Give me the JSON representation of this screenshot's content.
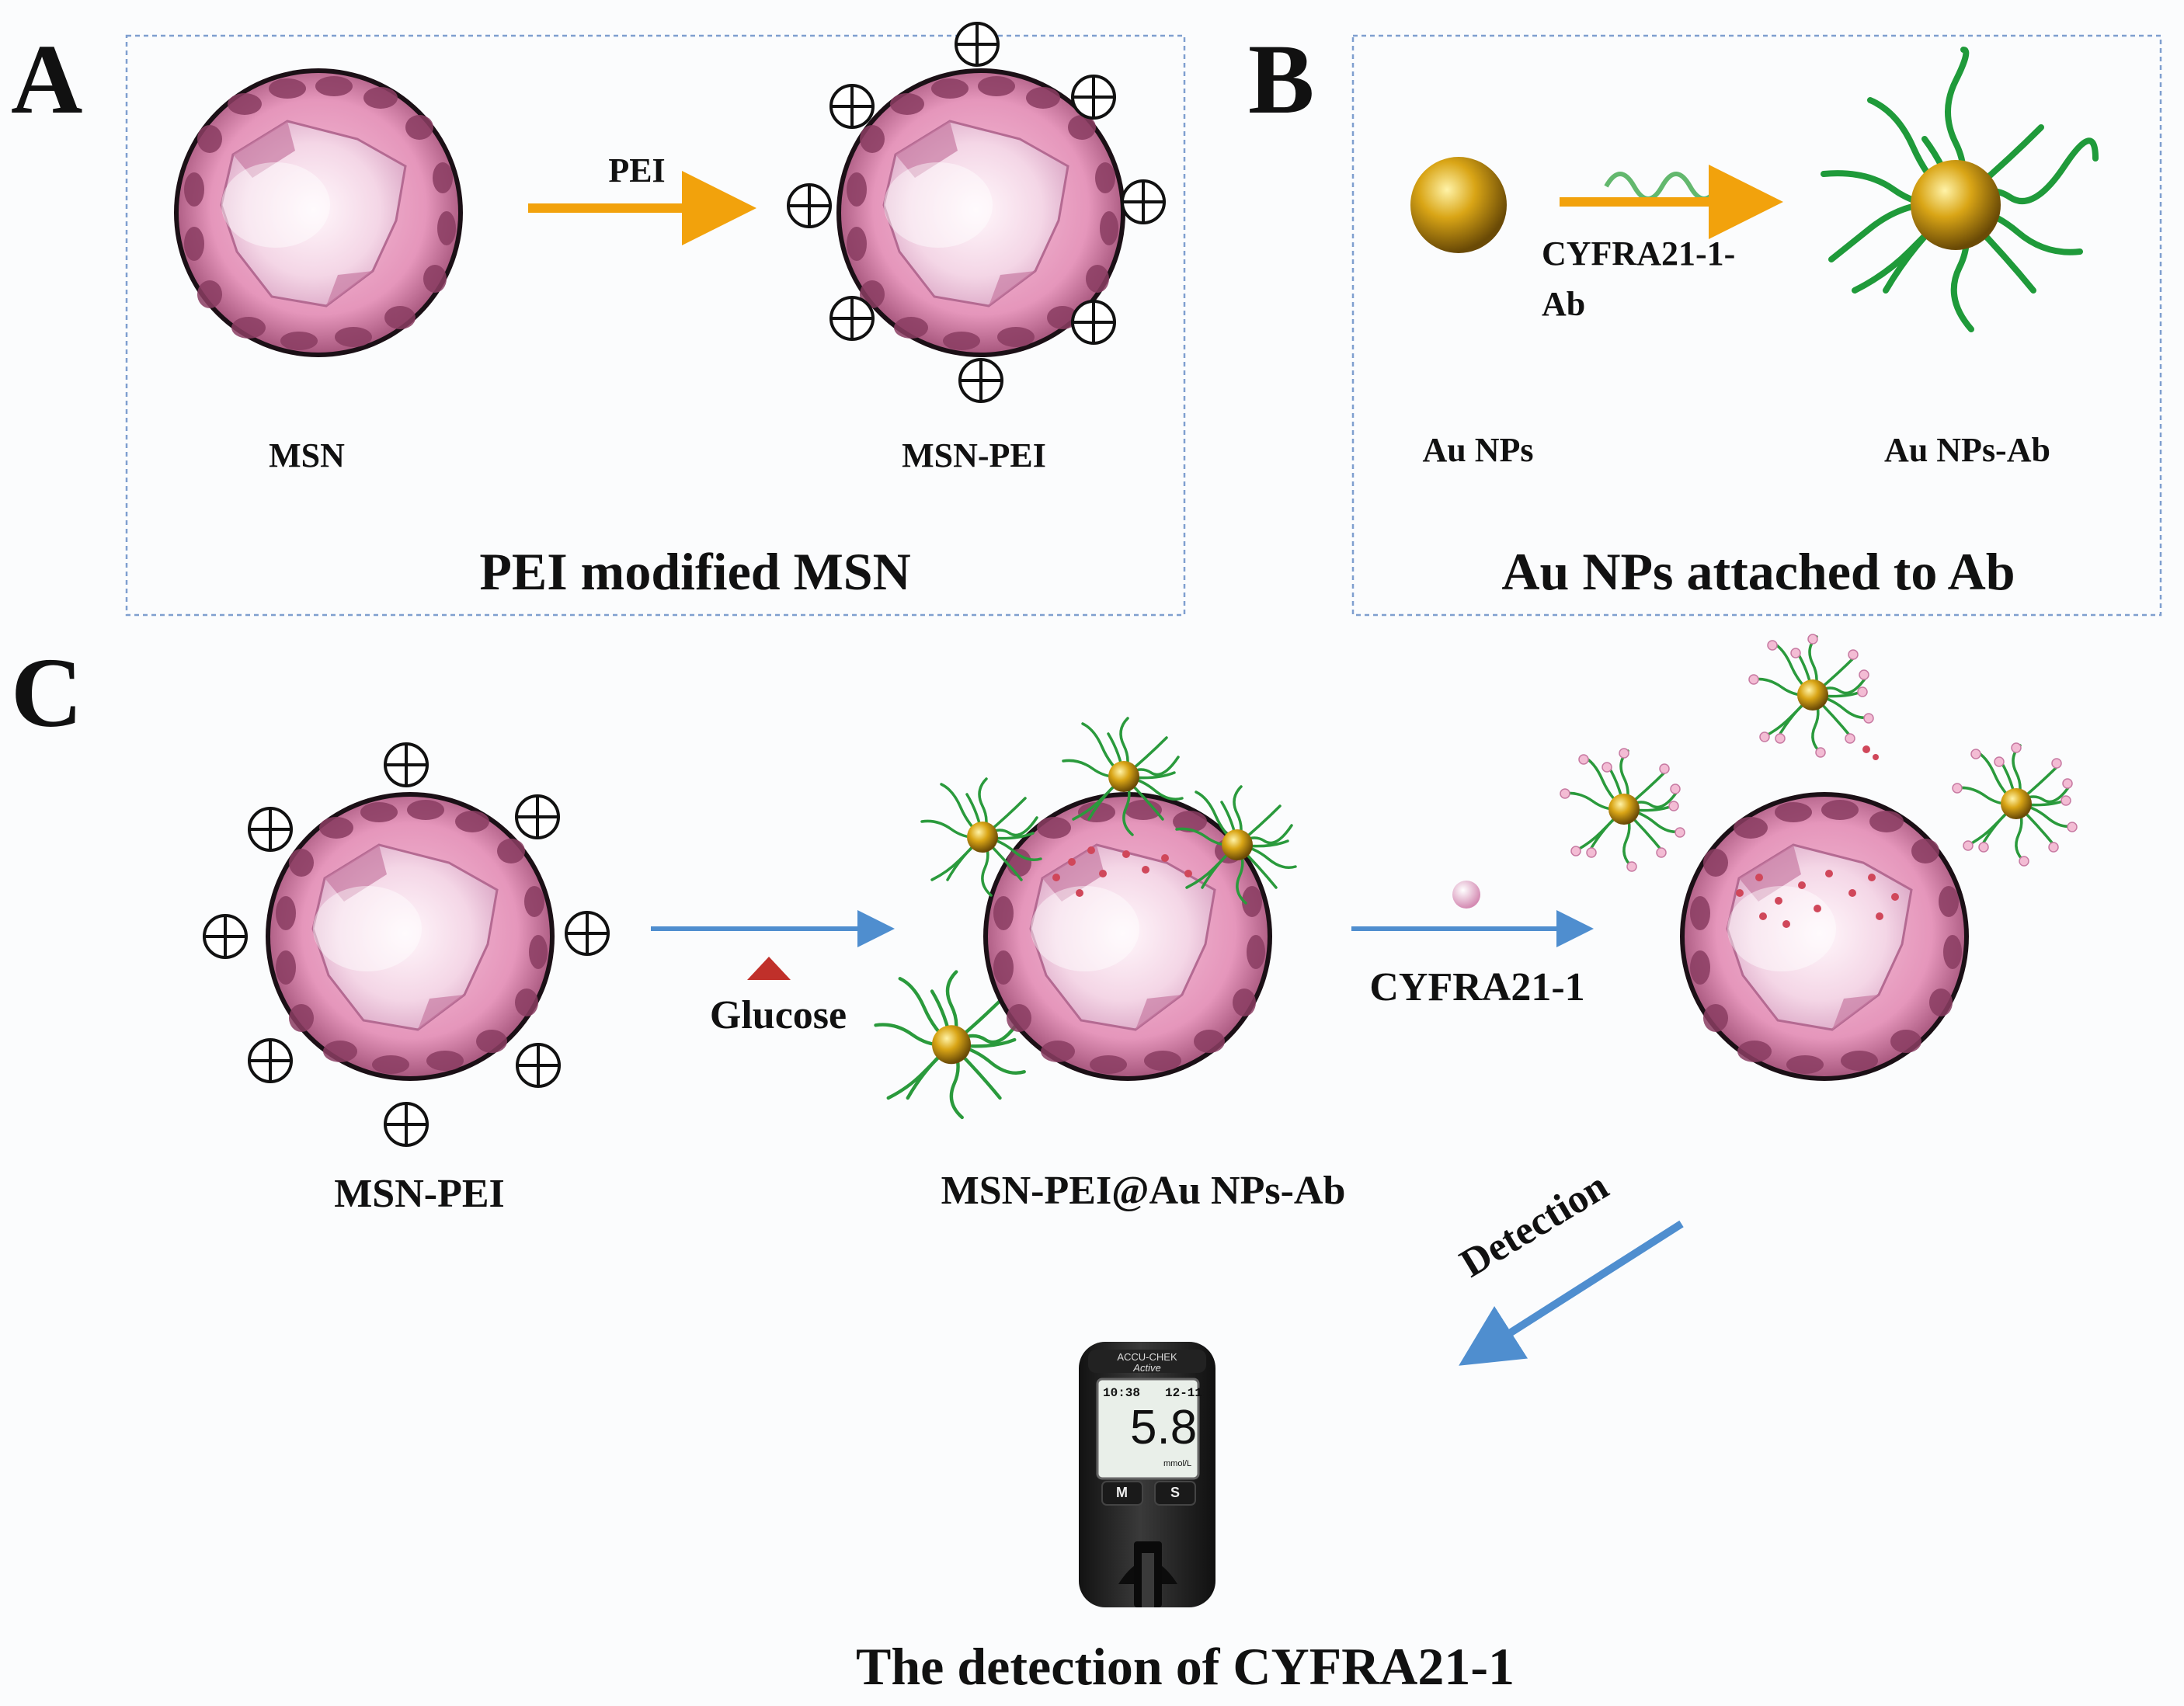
{
  "panels": {
    "a": {
      "letter": "A",
      "left_label": "MSN",
      "arrow_label": "PEI",
      "right_label": "MSN-PEI",
      "caption": "PEI modified MSN"
    },
    "b": {
      "letter": "B",
      "left_label": "Au NPs",
      "arrow_label_line1": "CYFRA21-1-",
      "arrow_label_line2": "Ab",
      "right_label": "Au NPs-Ab",
      "caption": "Au NPs attached to Ab"
    },
    "c": {
      "letter": "C",
      "step1_label": "MSN-PEI",
      "arrow1_label": "Glucose",
      "step2_label": "MSN-PEI@Au NPs-Ab",
      "arrow2_label": "CYFRA21-1",
      "detection_label": "Detection",
      "caption": "The detection of CYFRA21-1"
    }
  },
  "meter": {
    "brand_line1": "ACCU-CHEK",
    "brand_line2": "Active",
    "time": "10:38",
    "date": "12-11",
    "reading": "5.8",
    "unit": "mmol/L",
    "button_m": "M",
    "button_s": "S"
  },
  "colors": {
    "sphere": "#e59bbe",
    "sphere_dark": "#1b1016",
    "gold": "#d9a516",
    "antibody": "#1f9a3a",
    "orange_arrow": "#f2a20c",
    "blue_arrow": "#4f8ecf",
    "glucose": "#c0302a",
    "panel_border": "#7f9fcf"
  }
}
